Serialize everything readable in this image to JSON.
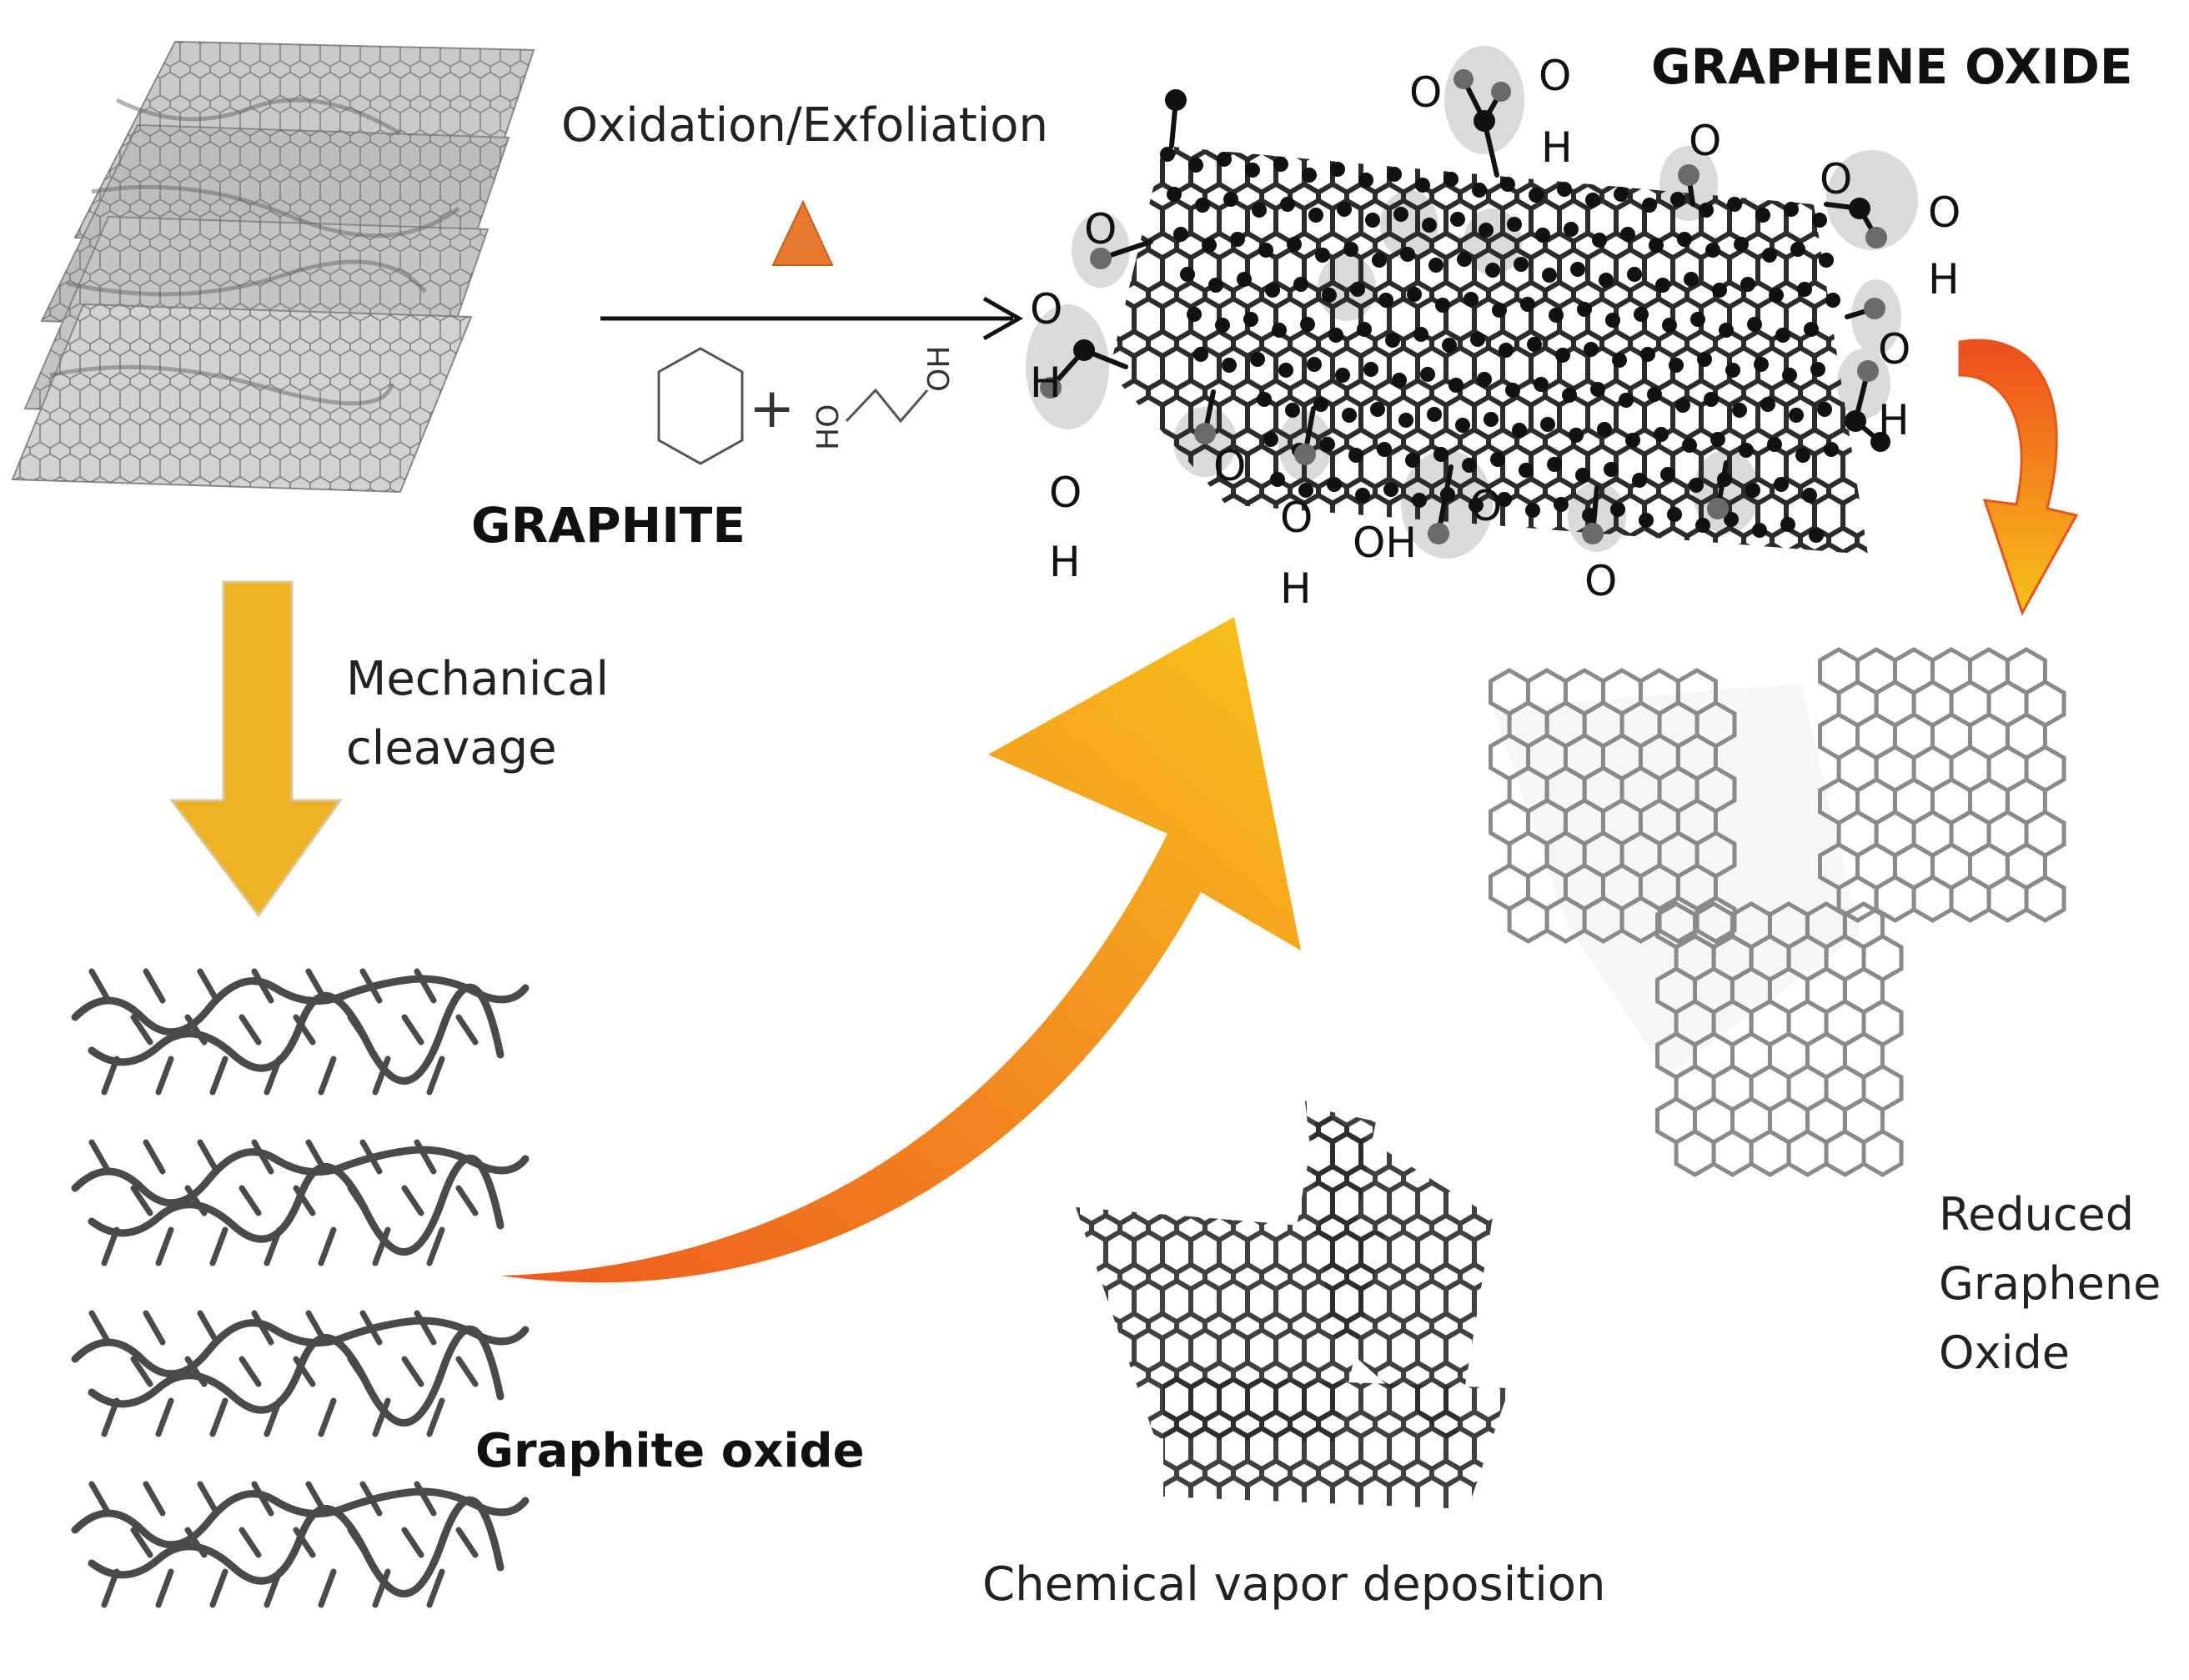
{
  "labels": {
    "graphite": "GRAPHITE",
    "graphene_oxide": "GRAPHENE OXIDE",
    "oxidation": "Oxidation/Exfoliation",
    "mechanical_line1": "Mechanical",
    "mechanical_line2": "cleavage",
    "graphite_oxide": "Graphite oxide",
    "cvd": "Chemical vapor deposition",
    "rgo_line1": "Reduced",
    "rgo_line2": "Graphene",
    "rgo_line3": "Oxide"
  },
  "reagent": {
    "plus": "+",
    "ho": "HO",
    "oh": "OH"
  },
  "atoms": {
    "O": "O",
    "H": "H",
    "OH": "OH"
  },
  "colors": {
    "arrow_yellow": "#f0b323",
    "arrow_orange": "#f07a20",
    "heat_triangle": "#e7792f",
    "carbon": "#111111",
    "oxygen_halo": "#d6d6d6"
  }
}
